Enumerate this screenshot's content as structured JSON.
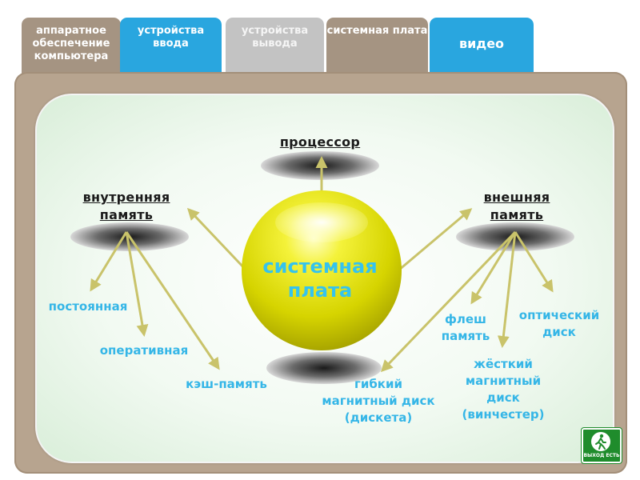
{
  "tabs": [
    {
      "label": "аппаратное обеспечение компьютера"
    },
    {
      "label": "устройства ввода"
    },
    {
      "label": "устройства вывода"
    },
    {
      "label": "системная плата"
    },
    {
      "label": "видео"
    }
  ],
  "center": {
    "label": "системная плата"
  },
  "nodes": {
    "processor": "процессор",
    "internal_memory": "внутренняя память",
    "external_memory": "внешняя память"
  },
  "items": {
    "permanent": "постоянная",
    "operative": "оперативная",
    "cache": "кэш-память",
    "floppy": "гибкий магнитный диск (дискета)",
    "flash": "флеш память",
    "hard_disk": "жёсткий магнитный диск (винчестер)",
    "optical": "оптический диск"
  },
  "exit_button": {
    "label": "ВЫХОД ЕСТЬ"
  }
}
